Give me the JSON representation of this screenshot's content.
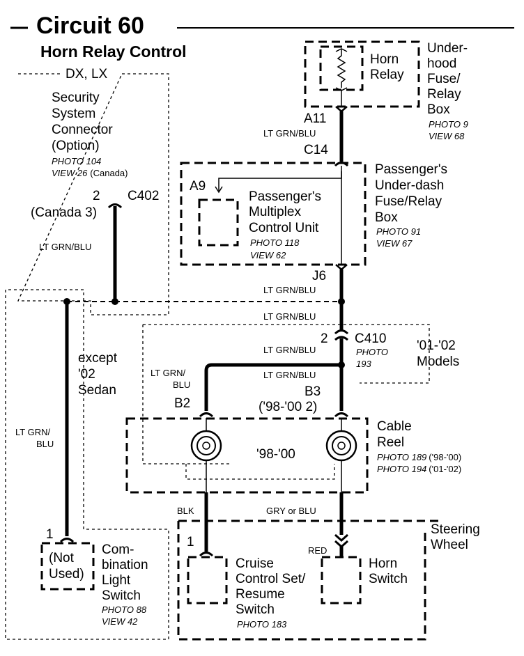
{
  "title": "Circuit 60",
  "subtitle": "Horn Relay Control",
  "security": {
    "model": "DX, LX",
    "l1": "Security",
    "l2": "System",
    "l3": "Connector",
    "l4": "(Option)",
    "photo": "PHOTO 104",
    "view": "VIEW 26",
    "view_note": "(Canada)",
    "pin": "2",
    "pin_note": "(Canada 3)",
    "connector": "C402",
    "wire": "LT GRN/BLU"
  },
  "horn_relay": {
    "l1": "Horn",
    "l2": "Relay"
  },
  "underhood": {
    "l1": "Under-",
    "l2": "hood",
    "l3": "Fuse/",
    "l4": "Relay",
    "l5": "Box",
    "photo": "PHOTO 9",
    "view": "VIEW 68"
  },
  "a11": "A11",
  "wire_a11": "LT GRN/BLU",
  "c14": "C14",
  "dash_box": {
    "l1": "Passenger's",
    "l2": "Under-dash",
    "l3": "Fuse/Relay",
    "l4": "Box",
    "photo": "PHOTO 91",
    "view": "VIEW 67"
  },
  "a9": "A9",
  "mcu": {
    "l1": "Passenger's",
    "l2": "Multiplex",
    "l3": "Control Unit",
    "photo": "PHOTO 118",
    "view": "VIEW 62"
  },
  "j6": "J6",
  "wire_j6": "LT GRN/BLU",
  "wire_splice": "LT GRN/BLU",
  "c410": {
    "pin": "2",
    "name": "C410",
    "photo": "PHOTO",
    "photo_num": "193"
  },
  "wire_c410": "LT GRN/BLU",
  "models_0102": {
    "l1": "'01-'02",
    "l2": "Models"
  },
  "except": {
    "l1": "except",
    "l2": "'02",
    "l3": "Sedan"
  },
  "wire_left": {
    "l1": "LT GRN/",
    "l2": "BLU"
  },
  "wire_b2": {
    "l1": "LT GRN/",
    "l2": "BLU"
  },
  "wire_b3": "LT GRN/BLU",
  "b2": "B2",
  "b3": "B3",
  "b3_note": "('98-'00 2)",
  "cable_reel": {
    "l1": "Cable",
    "l2": "Reel",
    "photo1": "PHOTO 189",
    "photo1_note": "('98-'00)",
    "photo2": "PHOTO 194",
    "photo2_note": "('01-'02)"
  },
  "models_9800": "'98-'00",
  "wire_blk": "BLK",
  "wire_gry": "GRY or BLU",
  "wire_red": "RED",
  "steering": {
    "l1": "Steering",
    "l2": "Wheel"
  },
  "combo": {
    "pin": "1",
    "nu1": "(Not",
    "nu2": "Used)",
    "l1": "Com-",
    "l2": "bination",
    "l3": "Light",
    "l4": "Switch",
    "photo": "PHOTO 88",
    "view": "VIEW 42"
  },
  "cruise": {
    "pin": "1",
    "l1": "Cruise",
    "l2": "Control Set/",
    "l3": "Resume",
    "l4": "Switch",
    "photo": "PHOTO 183"
  },
  "horn_switch": {
    "l1": "Horn",
    "l2": "Switch"
  }
}
